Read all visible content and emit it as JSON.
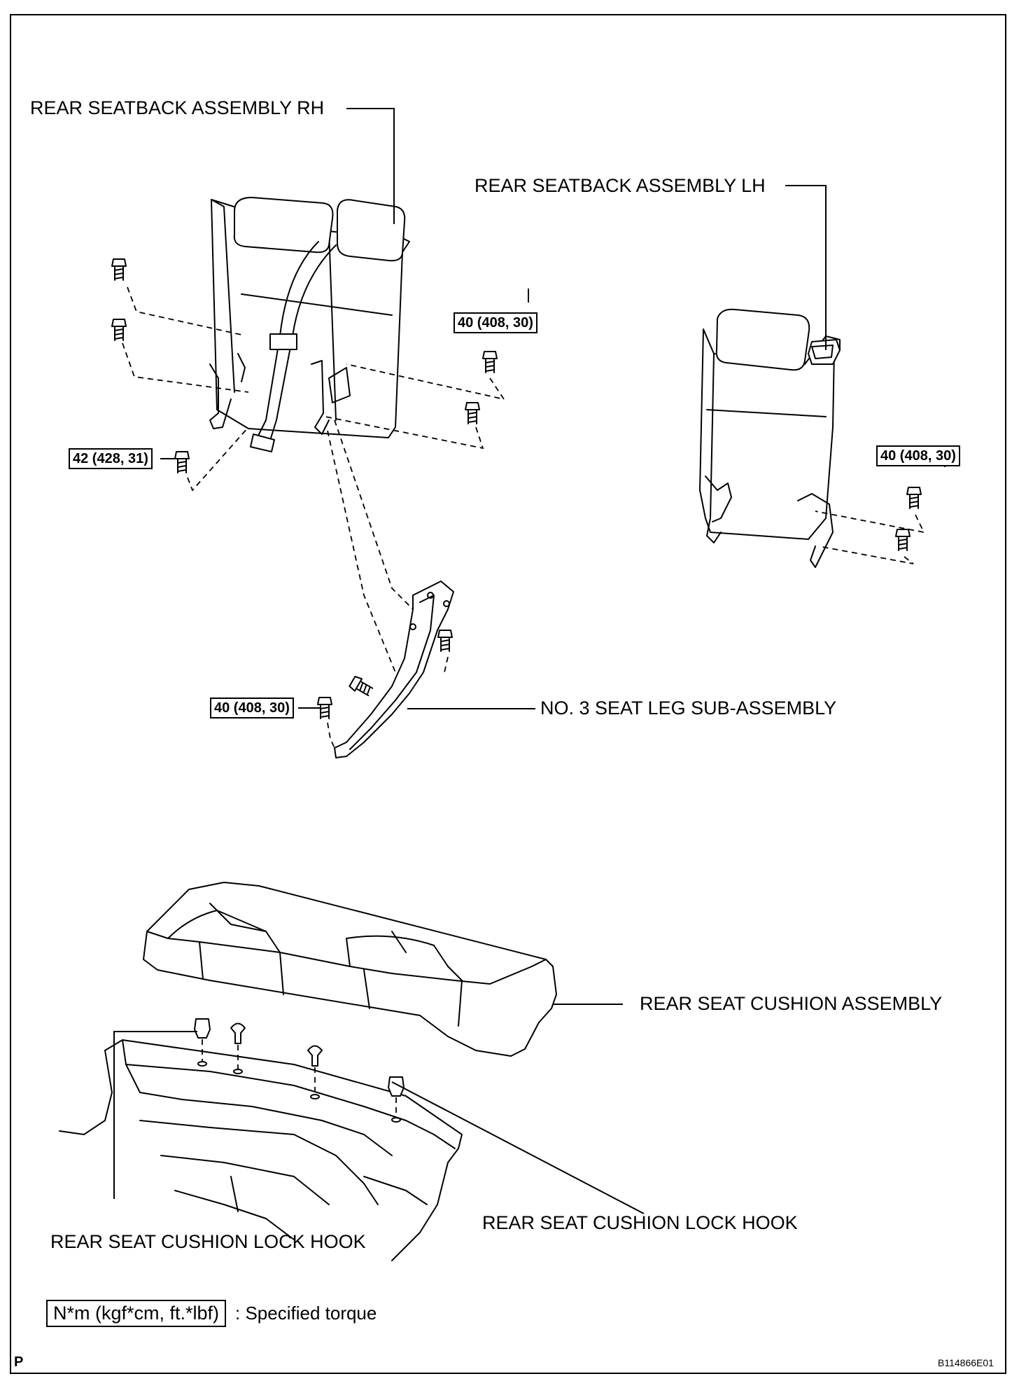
{
  "labels": {
    "seatback_rh": "REAR SEATBACK ASSEMBLY RH",
    "seatback_lh": "REAR SEATBACK ASSEMBLY LH",
    "seat_leg": "NO. 3 SEAT LEG SUB-ASSEMBLY",
    "cushion": "REAR SEAT CUSHION ASSEMBLY",
    "lock_hook_right": "REAR SEAT CUSHION LOCK HOOK",
    "lock_hook_left": "REAR SEAT CUSHION LOCK HOOK"
  },
  "torques": {
    "rh_right": "40 (408, 30)",
    "rh_left": "42 (428, 31)",
    "lh": "40 (408, 30)",
    "leg": "40 (408, 30)"
  },
  "legend": {
    "box": "N*m (kgf*cm, ft.*lbf)",
    "text": ": Specified torque"
  },
  "corner_letter": "P",
  "figure_code": "B114866E01"
}
